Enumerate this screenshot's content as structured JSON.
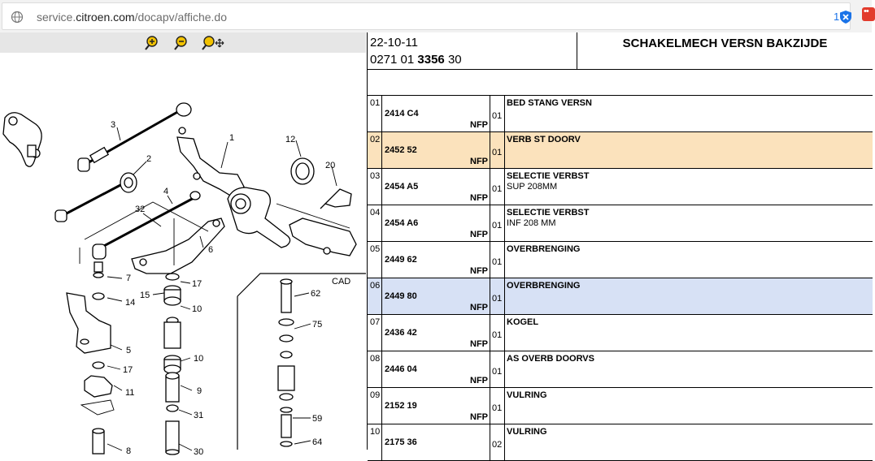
{
  "browser": {
    "url_prefix": "service.",
    "url_domain": "citroen.com",
    "url_path": "/docapv/affiche.do",
    "badge_count": "1"
  },
  "toolbar": {
    "zoom_in": "zoom-in-icon",
    "zoom_out": "zoom-out-icon",
    "zoom_pan": "zoom-pan-icon"
  },
  "diagram": {
    "callouts": [
      "1",
      "2",
      "3",
      "4",
      "5",
      "6",
      "7",
      "8",
      "9",
      "10",
      "10",
      "11",
      "12",
      "14",
      "15",
      "17",
      "17",
      "20",
      "30",
      "31",
      "32",
      "59",
      "62",
      "64",
      "75"
    ],
    "inset_label": "CAD"
  },
  "header": {
    "date": "22-10-11",
    "ref_prefix": "0271 01",
    "ref_bold": "3356",
    "ref_suffix": "30",
    "title": "SCHAKELMECH VERSN BAKZIJDE"
  },
  "rows": [
    {
      "idx": "01",
      "part": "2414 C4",
      "nfp": "NFP",
      "qty": "01",
      "desc": "BED STANG VERSN",
      "desc2": "",
      "highlight": ""
    },
    {
      "idx": "02",
      "part": "2452 52",
      "nfp": "NFP",
      "qty": "01",
      "desc": "VERB ST DOORV",
      "desc2": "",
      "highlight": "orange"
    },
    {
      "idx": "03",
      "part": "2454 A5",
      "nfp": "NFP",
      "qty": "01",
      "desc": "SELECTIE VERBST",
      "desc2": "SUP 208MM",
      "highlight": ""
    },
    {
      "idx": "04",
      "part": "2454 A6",
      "nfp": "NFP",
      "qty": "01",
      "desc": "SELECTIE VERBST",
      "desc2": "INF 208 MM",
      "highlight": ""
    },
    {
      "idx": "05",
      "part": "2449 62",
      "nfp": "NFP",
      "qty": "01",
      "desc": "OVERBRENGING",
      "desc2": "",
      "highlight": ""
    },
    {
      "idx": "06",
      "part": "2449 80",
      "nfp": "NFP",
      "qty": "01",
      "desc": "OVERBRENGING",
      "desc2": "",
      "highlight": "blue"
    },
    {
      "idx": "07",
      "part": "2436 42",
      "nfp": "NFP",
      "qty": "01",
      "desc": "KOGEL",
      "desc2": "",
      "highlight": ""
    },
    {
      "idx": "08",
      "part": "2446 04",
      "nfp": "NFP",
      "qty": "01",
      "desc": "AS OVERB DOORVS",
      "desc2": "",
      "highlight": ""
    },
    {
      "idx": "09",
      "part": "2152 19",
      "nfp": "NFP",
      "qty": "01",
      "desc": "VULRING",
      "desc2": "",
      "highlight": ""
    },
    {
      "idx": "10",
      "part": "2175 36",
      "nfp": "",
      "qty": "02",
      "desc": "VULRING",
      "desc2": "",
      "highlight": ""
    }
  ],
  "colors": {
    "highlight_orange": "#fbe2bc",
    "highlight_blue": "#d7e1f5",
    "zoom_icon": "#f2c200"
  }
}
